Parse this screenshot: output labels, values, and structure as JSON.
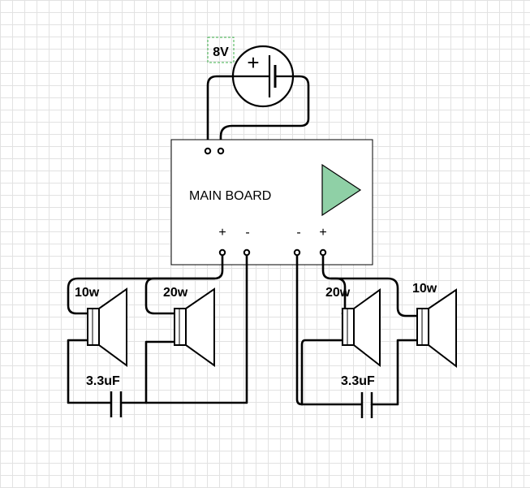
{
  "battery": {
    "voltage_label": "8V",
    "plus_sign": "+"
  },
  "main_board": {
    "title": "MAIN BOARD",
    "amplifier_color": "#8fd0a6",
    "terminals": [
      "+",
      "-",
      "-",
      "+"
    ]
  },
  "left_channel": {
    "speaker_a_label": "10w",
    "speaker_b_label": "20w",
    "capacitor_label": "3.3uF"
  },
  "right_channel": {
    "speaker_a_label": "20w",
    "speaker_b_label": "10w",
    "capacitor_label": "3.3uF"
  }
}
